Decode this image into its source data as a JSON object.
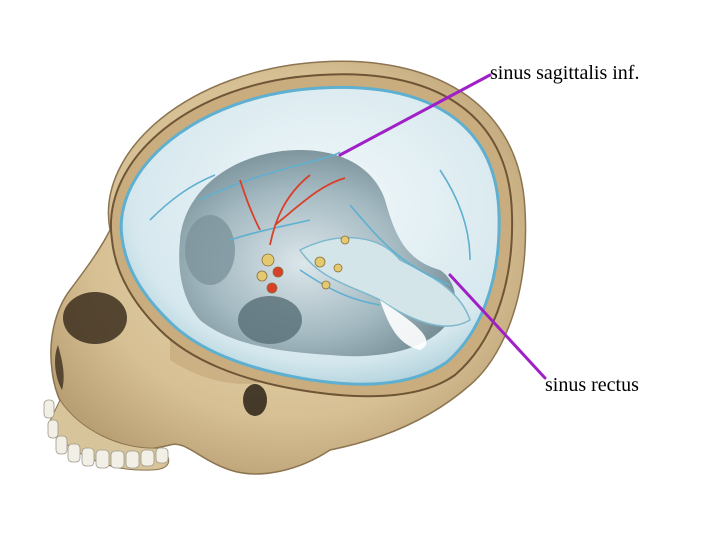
{
  "diagram": {
    "type": "anatomical-illustration",
    "subject": "skull-sagittal-section",
    "labels": [
      {
        "id": "sinus-sagittalis-inf",
        "text": "sinus sagittalis inf."
      },
      {
        "id": "sinus-rectus",
        "text": "sinus rectus"
      }
    ],
    "colors": {
      "leader_line": "#a020c8",
      "bone": "#d8c49a",
      "dura": "#cfe3ea",
      "sinus_vessel": "#5fb0d0",
      "artery": "#d8402a"
    }
  }
}
